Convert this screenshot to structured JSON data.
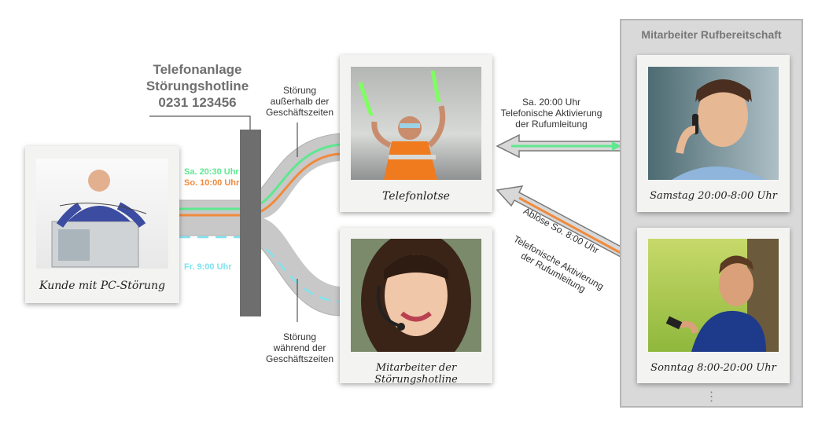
{
  "telefonanlage": {
    "title_line1": "Telefonanlage",
    "title_line2": "Störungshotline",
    "phone": "0231 123456"
  },
  "schedule": {
    "sa": "Sa. 20:30 Uhr",
    "so": "So. 10:00 Uhr",
    "fr": "Fr. 9:00 Uhr"
  },
  "branch_labels": {
    "outside_line1": "Störung",
    "outside_line2": "außerhalb der",
    "outside_line3": "Geschäftszeiten",
    "during_line1": "Störung",
    "during_line2": "während der",
    "during_line3": "Geschäftszeiten"
  },
  "polaroids": {
    "kunde": "Kunde mit PC-Störung",
    "lotse": "Telefonlotse",
    "mitarbeiter": "Mitarbeiter der Störungshotline",
    "samstag": "Samstag 20:00-8:00 Uhr",
    "sonntag": "Sonntag 8:00-20:00 Uhr"
  },
  "arrows": {
    "top_line1": "Sa. 20:00 Uhr",
    "top_line2": "Telefonische Aktivierung",
    "top_line3": "der Rufumleitung",
    "diag_a": "Ablöse So. 8:00 Uhr",
    "diag_b1": "Telefonische Aktivierung",
    "diag_b2": "der Rufumleitung"
  },
  "rufbereitschaft": {
    "title": "Mitarbeiter Rufbereitschaft",
    "more": "⋮"
  },
  "colors": {
    "green": "#5ee88f",
    "orange": "#f08a3c",
    "cyan": "#7fe3ef",
    "road": "#c8c8c8",
    "pole": "#6e6e6e"
  }
}
